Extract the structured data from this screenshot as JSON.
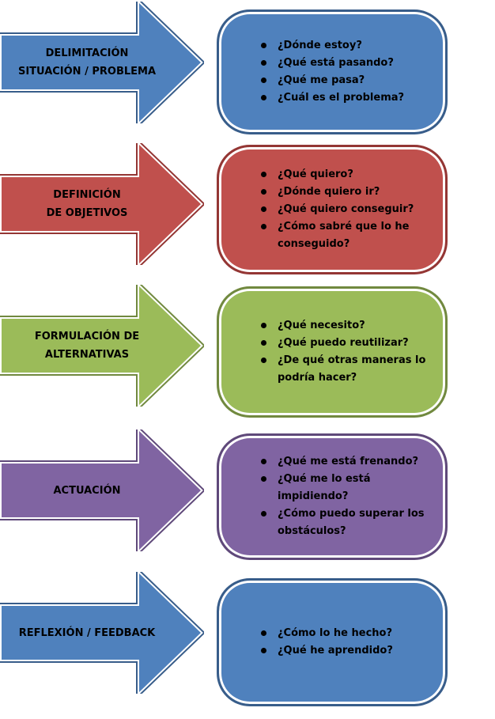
{
  "diagram": {
    "type": "process-flow",
    "rows": [
      {
        "id": "delimitacion",
        "label_lines": [
          "DELIMITACIÓN",
          "SITUACIÓN / PROBLEMA"
        ],
        "fill": "#4F81BD",
        "border": "#385D8A",
        "bullets": [
          "¿Dónde estoy?",
          "¿Qué está pasando?",
          "¿Qué me pasa?",
          "¿Cuál es el problema?"
        ]
      },
      {
        "id": "definicion-objetivos",
        "label_lines": [
          "DEFINICIÓN",
          "DE OBJETIVOS"
        ],
        "fill": "#C0504D",
        "border": "#943634",
        "bullets": [
          "¿Qué quiero?",
          "¿Dónde quiero ir?",
          "¿Qué quiero conseguir?",
          "¿Cómo sabré que lo he conseguido?"
        ]
      },
      {
        "id": "formulacion-alternativas",
        "label_lines": [
          "FORMULACIÓN DE",
          "ALTERNATIVAS"
        ],
        "fill": "#9BBB59",
        "border": "#71893F",
        "bullets": [
          "¿Qué necesito?",
          "¿Qué puedo reutilizar?",
          "¿De qué otras maneras lo podría hacer?"
        ]
      },
      {
        "id": "actuacion",
        "label_lines": [
          "ACTUACIÓN"
        ],
        "fill": "#8064A2",
        "border": "#5F497A",
        "bullets": [
          "¿Qué me está frenando?",
          "¿Qué me lo está impidiendo?",
          "¿Cómo puedo superar los obstáculos?"
        ]
      },
      {
        "id": "reflexion-feedback",
        "label_lines": [
          "REFLEXIÓN / FEEDBACK"
        ],
        "fill": "#4F81BD",
        "border": "#385D8A",
        "bullets": [
          "¿Cómo lo he hecho?",
          "¿Qué he aprendido?"
        ]
      }
    ]
  }
}
